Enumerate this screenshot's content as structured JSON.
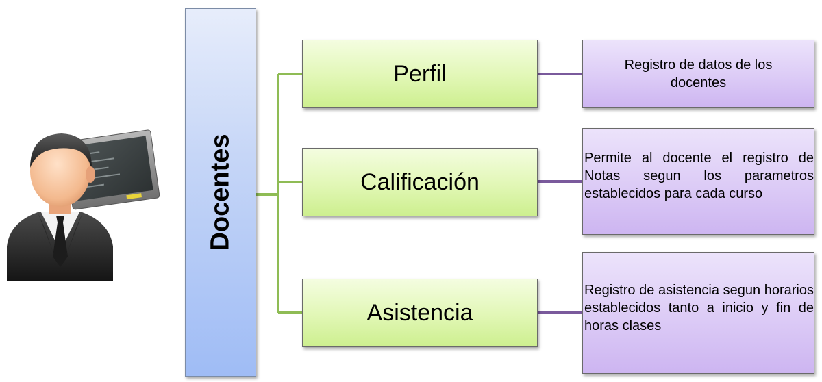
{
  "root": {
    "label": "Docentes"
  },
  "branches": [
    {
      "label": "Perfil",
      "description": "Registro de datos de los docentes"
    },
    {
      "label": "Calificación",
      "description": "Permite al docente el registro de Notas segun los parametros establecidos para cada curso"
    },
    {
      "label": "Asistencia",
      "description": "Registro de asistencia segun horarios establecidos tanto a inicio y fin de horas clases"
    }
  ],
  "colors": {
    "root_fill": "#9fbcf5",
    "branch_fill": "#e1f7b5",
    "description_fill": "#dccbf6",
    "green_connector": "#8fbc55",
    "purple_connector": "#7a5a9c"
  },
  "icons": {
    "teacher": "teacher-at-blackboard-icon"
  }
}
